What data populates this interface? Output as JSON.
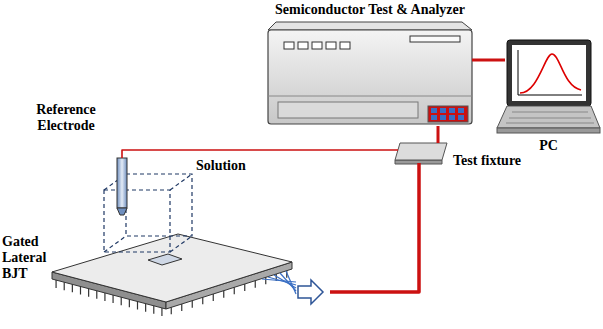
{
  "diagram": {
    "nodes": [
      {
        "text": [
          "Semiconductor Test & Analyzer"
        ]
      },
      {
        "text": [
          "PC"
        ]
      },
      {
        "text": [
          "Test fixture"
        ]
      },
      {
        "text": [
          "Reference Electrode"
        ]
      },
      {
        "text": [
          "Solution"
        ]
      },
      {
        "text": [
          "Gated Lateral BJT"
        ]
      }
    ],
    "edges": [
      {
        "from": 0,
        "to": 1,
        "arrow": "none"
      },
      {
        "from": 0,
        "to": 2,
        "arrow": "none"
      },
      {
        "from": 2,
        "to": 3,
        "arrow": "none"
      },
      {
        "from": 2,
        "to": 5,
        "arrow": "none"
      }
    ]
  }
}
